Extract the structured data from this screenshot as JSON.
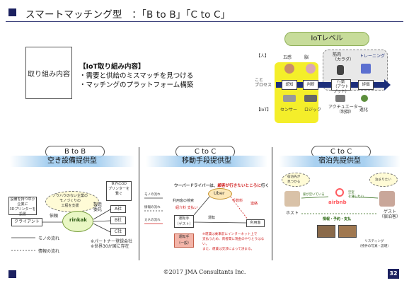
{
  "header": {
    "title": "スマートマッチング型　：「B to B」「C to C」"
  },
  "left_box": {
    "label": "取り組み内容"
  },
  "intro": {
    "heading": "【IoT取り組み内容】",
    "bullets": [
      "・需要と供給のミスマッチを見つける",
      "・マッチングのプラットフォーム構築"
    ]
  },
  "iot": {
    "pill": "IoTレベル",
    "row_human": "【人】",
    "row_process": "こと\nプロセス",
    "row_iot": "【IoT】",
    "human_labels": [
      "五感",
      "脳",
      "筋肉\n（カラダ）",
      "トレーニング"
    ],
    "nodes": [
      "認知",
      "判断",
      "行動\n（アウトプット）",
      "評価"
    ],
    "iot_labels": [
      "センサー",
      "ロジック",
      "アクチュエーター\n（制御）",
      "進化"
    ]
  },
  "sections": [
    {
      "tag": "B to B",
      "banner": "空き設備提供型"
    },
    {
      "tag": "C to C",
      "banner": "移動手段提供型"
    },
    {
      "tag": "C to C",
      "banner": "宿泊先提供型"
    }
  ],
  "panel1": {
    "notes": [
      "設備を持つ中小企業に\n3Dプリンターを\n設置",
      "ノウハウのない企業の\nモノづくりの\n工程を支援",
      "世界の3D\nプリンターを\n繋ぐ"
    ],
    "client": "クライアント",
    "hub": "rinkak",
    "companies": [
      "A社",
      "B社",
      "C社"
    ],
    "verbs": [
      "依頼",
      "製造\n委託"
    ],
    "partner": "※パートナー登録会社\n※世界30か国に存在",
    "legend": [
      "モノの流れ",
      "情報の流れ"
    ]
  },
  "panel2": {
    "head_prefix": "ウーバードライバーは、",
    "head_red": "顧客が行きたいところに",
    "head_suffix": "行く",
    "hub": "Uber",
    "labels": [
      "利用客の検索",
      "紹介料 支払い",
      "運転手\n（ゲスト）",
      "運転手\n（一般）",
      "運転",
      "連絡",
      "利用客",
      "手数料"
    ],
    "note": "※運賃は乗車前にインターネット上で\n支払うため、両者間に現金のやりとりはない。\nまた、運賃は交渉によって決まる。",
    "left_legend": [
      "モノの流れ",
      "情報の流れ",
      "カネの流れ"
    ]
  },
  "panel3": {
    "labels": [
      "ホスト",
      "ゲスト\n（宿泊客）",
      "airbnb",
      "情報・予約・支払",
      "リスティング\n（物件の写真・説明）"
    ],
    "bubbles": [
      "宿泊先が\n見つかる",
      "泊まりたい",
      "家が空いている",
      "空室\nを貸したい"
    ]
  },
  "footer": {
    "copyright": "©2017 JMA Consultants Inc.",
    "page": "32"
  },
  "colors": {
    "navy": "#1c2160",
    "banner_blue": "#a8d0f0",
    "iot_green": "#c7dc9a",
    "iot_yellow": "#f4ee2a",
    "accent_red": "#d02020"
  }
}
